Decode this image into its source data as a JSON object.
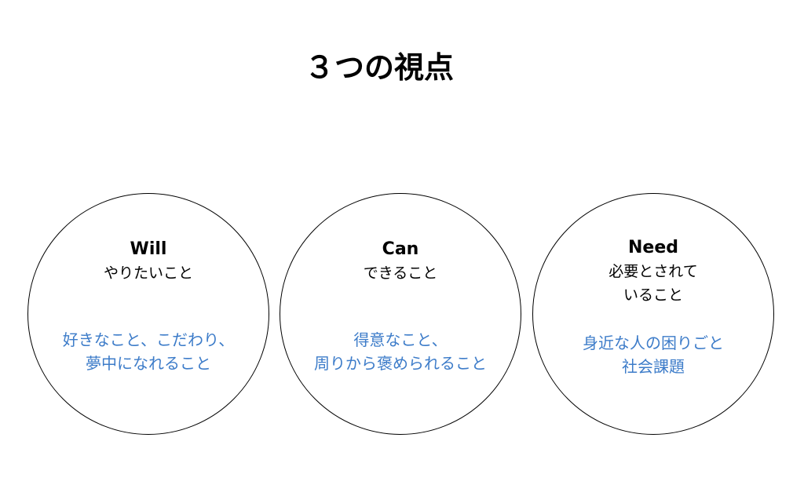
{
  "title": "３つの視点",
  "colors": {
    "accent": "#3d7cc9"
  },
  "circles": [
    {
      "heading": "Will",
      "subtitle": [
        "やりたいこと"
      ],
      "description": [
        "好きなこと、こだわり、",
        "夢中になれること"
      ]
    },
    {
      "heading": "Can",
      "subtitle": [
        "できること"
      ],
      "description": [
        "得意なこと、",
        "周りから褒められること"
      ]
    },
    {
      "heading": "Need",
      "subtitle": [
        "必要とされて",
        "いること"
      ],
      "description": [
        "身近な人の困りごと",
        "社会課題"
      ]
    }
  ]
}
